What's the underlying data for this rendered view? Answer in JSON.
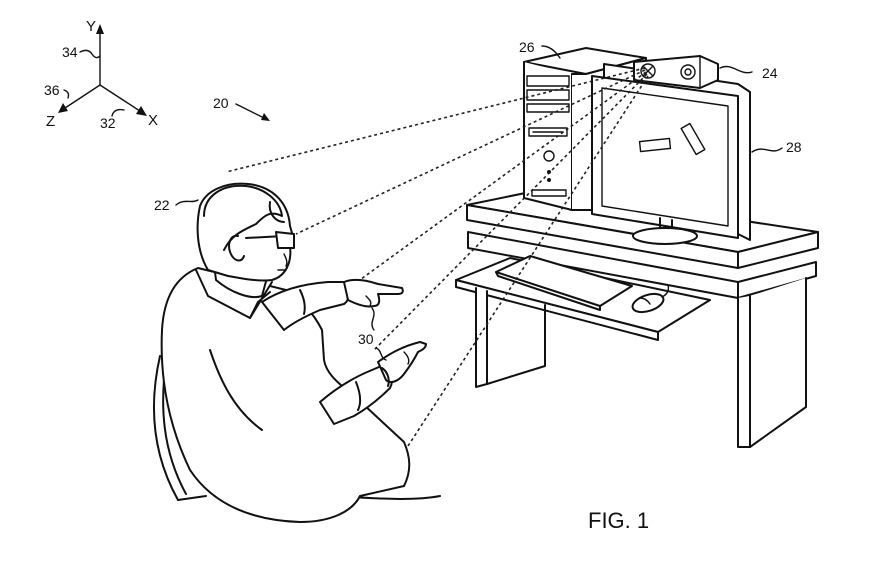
{
  "axes": {
    "y_label": "Y",
    "x_label": "X",
    "z_label": "Z",
    "y_ref": "34",
    "z_ref": "36",
    "x_ref": "32"
  },
  "refs": {
    "system": "20",
    "user": "22",
    "sensor": "24",
    "computer": "26",
    "display": "28",
    "hand": "30"
  },
  "figure_label": "FIG. 1"
}
